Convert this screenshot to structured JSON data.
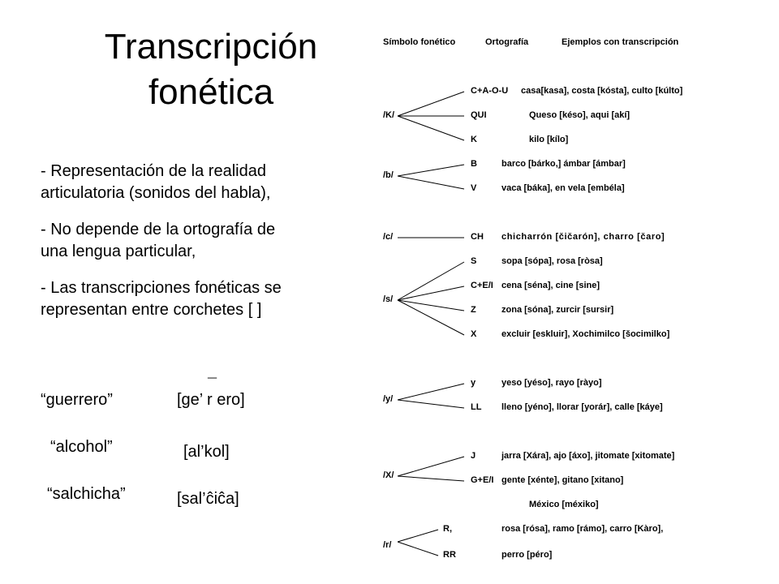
{
  "title": {
    "line1": "Transcripción",
    "line2": "fonética"
  },
  "bullets": [
    {
      "line1": "- Representación de la realidad",
      "line2": "articulatoria (sonidos del habla),"
    },
    {
      "line1": "- No depende de la ortografía de",
      "line2": "una lengua particular,"
    },
    {
      "line1": "- Las transcripciones fonéticas se",
      "line2": "representan entre corchetes [ ]"
    }
  ],
  "examples": [
    {
      "word": "“guerrero”",
      "ipa": "[ge’ r ero]",
      "mark": "¯"
    },
    {
      "word": "“alcohol”",
      "ipa": "[al’kol]"
    },
    {
      "word": "“salchicha”",
      "ipa": "[sal’ĉiĉa]"
    }
  ],
  "table": {
    "headers": {
      "symbol": "Símbolo fonético",
      "orthography": "Ortografía",
      "examples": "Ejemplos con transcripción"
    },
    "groups": [
      {
        "symbol": "/K/",
        "rows": [
          {
            "orth": "C+A-O-U",
            "example": "casa[kasa], costa [kósta], culto [kúlto]"
          },
          {
            "orth": "QUI",
            "example": "Queso [késo], aqui [akí]"
          },
          {
            "orth": "K",
            "example": "kilo [kílo]"
          }
        ]
      },
      {
        "symbol": "/b/",
        "rows": [
          {
            "orth": "B",
            "example": "barco [bárko,]  ámbar [ámbar]"
          },
          {
            "orth": "V",
            "example": "vaca [báka], en vela [embéla]"
          }
        ]
      },
      {
        "symbol": "/c/",
        "rows": [
          {
            "orth": "CH",
            "example": "chicharrón [čičarón], charro [čaro]"
          }
        ]
      },
      {
        "symbol": "/s/",
        "rows": [
          {
            "orth": "S",
            "example": "sopa [sópa], rosa [ròsa]"
          },
          {
            "orth": "C+E/I",
            "example": "cena [séna], cine [sine]"
          },
          {
            "orth": "Z",
            "example": "zona [sóna], zurcir [sursir]"
          },
          {
            "orth": "X",
            "example": "excluir [eskluir], Xochimilco [šocimilko]"
          }
        ]
      },
      {
        "symbol": "/y/",
        "rows": [
          {
            "orth": "y",
            "example": "yeso [yéso], rayo [ràyo]"
          },
          {
            "orth": "LL",
            "example": "lleno [yéno], llorar [yorár], calle [káye]"
          }
        ]
      },
      {
        "symbol": "/X/",
        "rows": [
          {
            "orth": "J",
            "example": "jarra [Xára], ajo [áxo], jitomate [xitomate]"
          },
          {
            "orth": "G+E/I",
            "example": "gente [xénte], gitano [xitano]"
          },
          {
            "orth": "",
            "example": "México [méxiko]"
          }
        ]
      },
      {
        "symbol": "/r/",
        "rows": [
          {
            "orth": "R,",
            "example": "rosa [rósa], ramo [rámo],    carro [Kàro],"
          },
          {
            "orth": "RR",
            "example": "perro [péro]"
          }
        ]
      }
    ]
  }
}
